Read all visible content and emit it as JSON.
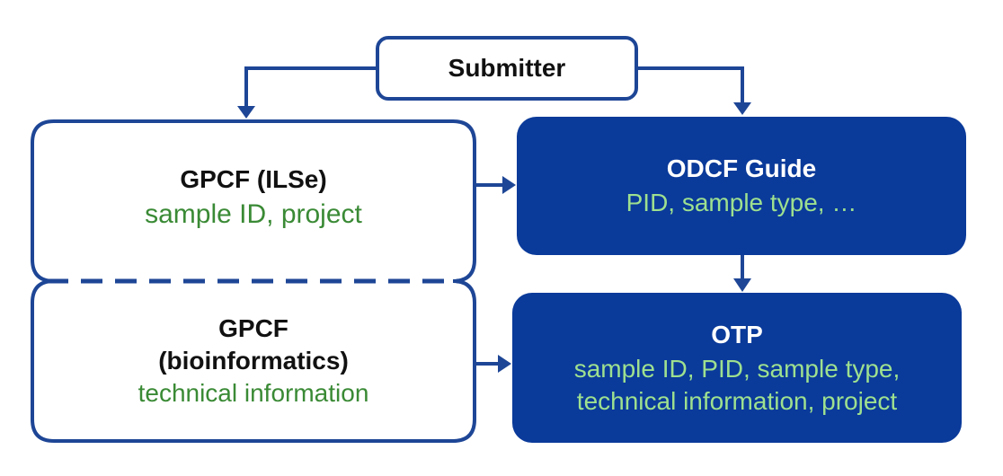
{
  "submitter": {
    "label": "Submitter"
  },
  "gpcf_ilse": {
    "title": "GPCF (ILSe)",
    "fields": "sample ID, project"
  },
  "gpcf_bioinformatics": {
    "title_line1": "GPCF",
    "title_line2": "(bioinformatics)",
    "fields": "technical information"
  },
  "odcf_guide": {
    "title": "ODCF Guide",
    "fields": "PID, sample type, …"
  },
  "otp": {
    "title": "OTP",
    "fields_line1": "sample ID, PID, sample type,",
    "fields_line2": "technical information, project"
  },
  "colors": {
    "outline": "#1e4696",
    "fill_dark": "#0a3a9a",
    "text_green_dark": "#3a8a35",
    "text_green_light": "#9ee08f"
  }
}
